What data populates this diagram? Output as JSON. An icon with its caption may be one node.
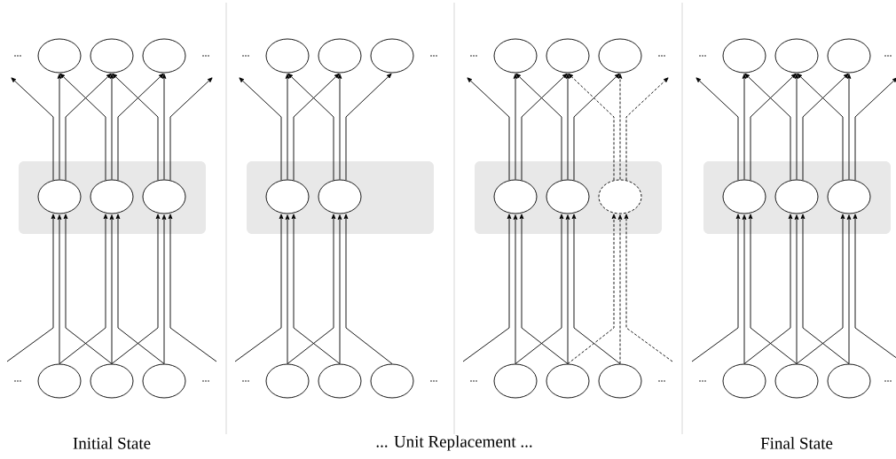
{
  "diagram": {
    "nodes": [
      {
        "text": [],
        "shape": "ellipse"
      },
      {
        "text": [],
        "shape": "ellipse"
      },
      {
        "text": [],
        "shape": "ellipse"
      },
      {
        "text": [],
        "shape": "box"
      },
      {
        "text": [],
        "shape": "ellipse",
        "in": 3
      },
      {
        "text": [],
        "shape": "ellipse",
        "in": 3
      },
      {
        "text": [],
        "shape": "ellipse",
        "in": 3
      },
      {
        "text": [],
        "shape": "ellipse"
      },
      {
        "text": [],
        "shape": "ellipse"
      },
      {
        "text": [],
        "shape": "ellipse"
      },
      {
        "text": [],
        "shape": "ellipse"
      },
      {
        "text": [],
        "shape": "ellipse"
      },
      {
        "text": [],
        "shape": "ellipse"
      },
      {
        "text": [],
        "shape": "box"
      },
      {
        "text": [],
        "shape": "ellipse",
        "in": 13
      },
      {
        "text": [],
        "shape": "ellipse",
        "in": 13
      },
      {
        "text": [],
        "shape": "ellipse"
      },
      {
        "text": [],
        "shape": "ellipse"
      },
      {
        "text": [],
        "shape": "ellipse"
      },
      {
        "text": [],
        "shape": "ellipse"
      },
      {
        "text": [],
        "shape": "ellipse"
      },
      {
        "text": [],
        "shape": "ellipse"
      },
      {
        "text": [],
        "shape": "box"
      },
      {
        "text": [],
        "shape": "ellipse",
        "in": 22
      },
      {
        "text": [],
        "shape": "ellipse",
        "in": 22
      },
      {
        "text": [],
        "shape": "dashed-ellipse",
        "in": 22
      },
      {
        "text": [],
        "shape": "ellipse"
      },
      {
        "text": [],
        "shape": "ellipse"
      },
      {
        "text": [],
        "shape": "ellipse"
      },
      {
        "text": [],
        "shape": "ellipse"
      },
      {
        "text": [],
        "shape": "ellipse"
      },
      {
        "text": [],
        "shape": "ellipse"
      },
      {
        "text": [],
        "shape": "box"
      },
      {
        "text": [],
        "shape": "ellipse",
        "in": 32
      },
      {
        "text": [],
        "shape": "ellipse",
        "in": 32
      },
      {
        "text": [],
        "shape": "ellipse",
        "in": 32
      },
      {
        "text": [],
        "shape": "ellipse"
      },
      {
        "text": [],
        "shape": "ellipse"
      },
      {
        "text": [],
        "shape": "ellipse"
      }
    ],
    "edges": [
      {
        "from": null,
        "to": 4,
        "arrow": "to"
      },
      {
        "from": 7,
        "to": 4,
        "arrow": "to"
      },
      {
        "from": 8,
        "to": 4,
        "arrow": "to"
      },
      {
        "from": 4,
        "to": null,
        "arrow": "to"
      },
      {
        "from": 4,
        "to": 0,
        "arrow": "to"
      },
      {
        "from": 4,
        "to": 1,
        "arrow": "to"
      },
      {
        "from": 7,
        "to": 5,
        "arrow": "to"
      },
      {
        "from": 8,
        "to": 5,
        "arrow": "to"
      },
      {
        "from": 9,
        "to": 5,
        "arrow": "to"
      },
      {
        "from": 5,
        "to": 0,
        "arrow": "to"
      },
      {
        "from": 5,
        "to": 1,
        "arrow": "to"
      },
      {
        "from": 5,
        "to": 2,
        "arrow": "to"
      },
      {
        "from": 8,
        "to": 6,
        "arrow": "to"
      },
      {
        "from": 9,
        "to": 6,
        "arrow": "to"
      },
      {
        "from": null,
        "to": 6,
        "arrow": "to"
      },
      {
        "from": 6,
        "to": 1,
        "arrow": "to"
      },
      {
        "from": 6,
        "to": 2,
        "arrow": "to"
      },
      {
        "from": 6,
        "to": null,
        "arrow": "to"
      },
      {
        "from": null,
        "to": 14,
        "arrow": "to"
      },
      {
        "from": 16,
        "to": 14,
        "arrow": "to"
      },
      {
        "from": 17,
        "to": 14,
        "arrow": "to"
      },
      {
        "from": 14,
        "to": null,
        "arrow": "to"
      },
      {
        "from": 14,
        "to": 10,
        "arrow": "to"
      },
      {
        "from": 14,
        "to": 11,
        "arrow": "to"
      },
      {
        "from": 16,
        "to": 15,
        "arrow": "to"
      },
      {
        "from": 17,
        "to": 15,
        "arrow": "to"
      },
      {
        "from": 18,
        "to": 15,
        "arrow": "to"
      },
      {
        "from": 15,
        "to": 10,
        "arrow": "to"
      },
      {
        "from": 15,
        "to": 11,
        "arrow": "to"
      },
      {
        "from": 15,
        "to": 12,
        "arrow": "to"
      },
      {
        "from": null,
        "to": 23,
        "arrow": "to"
      },
      {
        "from": 26,
        "to": 23,
        "arrow": "to"
      },
      {
        "from": 27,
        "to": 23,
        "arrow": "to"
      },
      {
        "from": 23,
        "to": null,
        "arrow": "to"
      },
      {
        "from": 23,
        "to": 19,
        "arrow": "to"
      },
      {
        "from": 23,
        "to": 20,
        "arrow": "to"
      },
      {
        "from": 26,
        "to": 24,
        "arrow": "to"
      },
      {
        "from": 27,
        "to": 24,
        "arrow": "to"
      },
      {
        "from": 28,
        "to": 24,
        "arrow": "to"
      },
      {
        "from": 24,
        "to": 19,
        "arrow": "to"
      },
      {
        "from": 24,
        "to": 20,
        "arrow": "to"
      },
      {
        "from": 24,
        "to": 21,
        "arrow": "to"
      },
      {
        "from": 27,
        "to": 25,
        "arrow": "to",
        "style": "dashed"
      },
      {
        "from": 28,
        "to": 25,
        "arrow": "to",
        "style": "dashed"
      },
      {
        "from": null,
        "to": 25,
        "arrow": "to",
        "style": "dashed"
      },
      {
        "from": 25,
        "to": 20,
        "arrow": "to",
        "style": "dashed"
      },
      {
        "from": 25,
        "to": 21,
        "arrow": "to",
        "style": "dashed"
      },
      {
        "from": 25,
        "to": null,
        "arrow": "to",
        "style": "dashed"
      },
      {
        "from": null,
        "to": 33,
        "arrow": "to"
      },
      {
        "from": 36,
        "to": 33,
        "arrow": "to"
      },
      {
        "from": 37,
        "to": 33,
        "arrow": "to"
      },
      {
        "from": 33,
        "to": null,
        "arrow": "to"
      },
      {
        "from": 33,
        "to": 29,
        "arrow": "to"
      },
      {
        "from": 33,
        "to": 30,
        "arrow": "to"
      },
      {
        "from": 36,
        "to": 34,
        "arrow": "to"
      },
      {
        "from": 37,
        "to": 34,
        "arrow": "to"
      },
      {
        "from": 38,
        "to": 34,
        "arrow": "to"
      },
      {
        "from": 34,
        "to": 29,
        "arrow": "to"
      },
      {
        "from": 34,
        "to": 30,
        "arrow": "to"
      },
      {
        "from": 34,
        "to": 31,
        "arrow": "to"
      },
      {
        "from": 37,
        "to": 35,
        "arrow": "to"
      },
      {
        "from": 38,
        "to": 35,
        "arrow": "to"
      },
      {
        "from": null,
        "to": 35,
        "arrow": "to"
      },
      {
        "from": 35,
        "to": 30,
        "arrow": "to"
      },
      {
        "from": 35,
        "to": 31,
        "arrow": "to"
      },
      {
        "from": 35,
        "to": null,
        "arrow": "to"
      }
    ],
    "labels": [
      "...",
      "...",
      "...",
      "...",
      "...",
      "...",
      "...",
      "...",
      "...",
      "...",
      "...",
      "...",
      "...",
      "...",
      "...",
      "...",
      "Initial State",
      "... Unit Replacement ...",
      "Final State"
    ]
  }
}
